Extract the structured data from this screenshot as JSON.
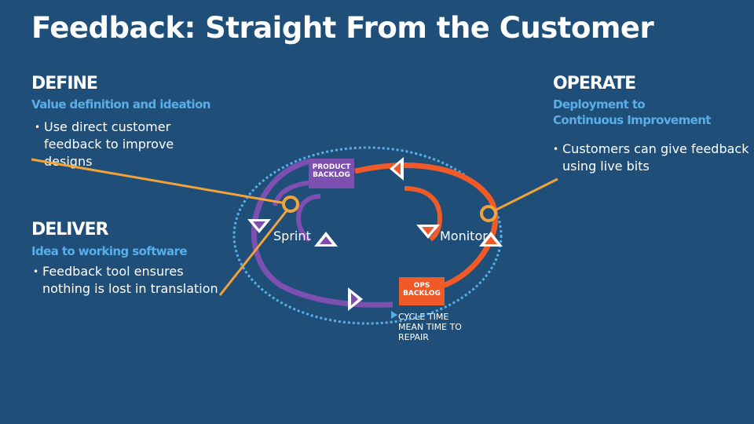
{
  "title": "Feedback: Straight From the Customer",
  "define": {
    "heading": "DEFINE",
    "subheading": "Value definition and ideation",
    "bullet": [
      "Use direct customer",
      "feedback to improve",
      "designs"
    ]
  },
  "deliver": {
    "heading": "DELIVER",
    "subheading": "Idea to working software",
    "bullet": [
      "Feedback tool ensures",
      "nothing is lost in translation"
    ]
  },
  "operate": {
    "heading": "OPERATE",
    "subheading": [
      "Deployment to",
      "Continuous Improvement"
    ],
    "bullet": [
      "Customers can give feedback",
      "using live bits"
    ]
  },
  "diagram": {
    "product_backlog": [
      "PRODUCT",
      "BACKLOG"
    ],
    "ops_backlog": [
      "OPS",
      "BACKLOG"
    ],
    "sprint_label": "Sprint",
    "monitor_label": "Monitor",
    "metrics": [
      "CYCLE TIME",
      "MEAN TIME TO",
      "REPAIR"
    ]
  },
  "colors": {
    "background": "#1f4e79",
    "accent_blue": "#5aaee8",
    "purple": "#7d4fb0",
    "orange": "#f05a28",
    "feedback_line": "#f2a33a"
  }
}
